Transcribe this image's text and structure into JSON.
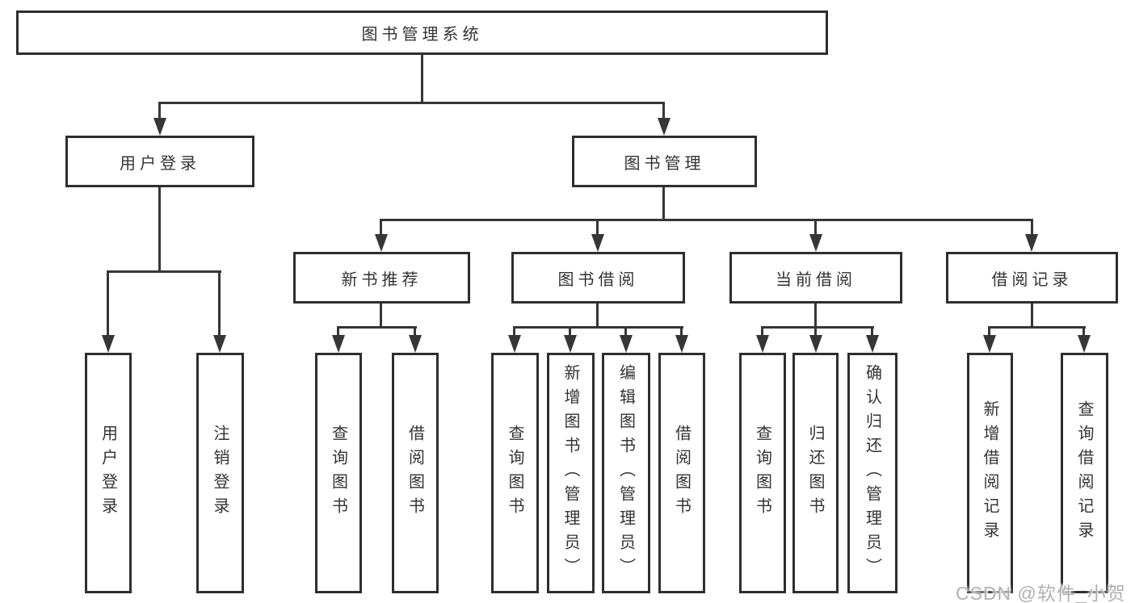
{
  "tree": {
    "label": "图书管理系统",
    "children": [
      {
        "label": "用户登录",
        "children": [
          {
            "label": "用户登录"
          },
          {
            "label": "注销登录"
          }
        ]
      },
      {
        "label": "图书管理",
        "children": [
          {
            "label": "新书推荐",
            "children": [
              {
                "label": "查询图书"
              },
              {
                "label": "借阅图书"
              }
            ]
          },
          {
            "label": "图书借阅",
            "children": [
              {
                "label": "查询图书"
              },
              {
                "label": "新增图书（管理员）"
              },
              {
                "label": "编辑图书（管理员）"
              },
              {
                "label": "借阅图书"
              }
            ]
          },
          {
            "label": "当前借阅",
            "children": [
              {
                "label": "查询图书"
              },
              {
                "label": "归还图书"
              },
              {
                "label": "确认归还（管理员）"
              }
            ]
          },
          {
            "label": "借阅记录",
            "children": [
              {
                "label": "新增借阅记录"
              },
              {
                "label": "查询借阅记录"
              }
            ]
          }
        ]
      }
    ]
  },
  "watermark": "CSDN @软件_小贺同学",
  "colors": {
    "line": "#363636",
    "box_border": "#2e2e2e",
    "text": "#333333",
    "watermark": "#b0b0b0",
    "background": "#ffffff"
  }
}
